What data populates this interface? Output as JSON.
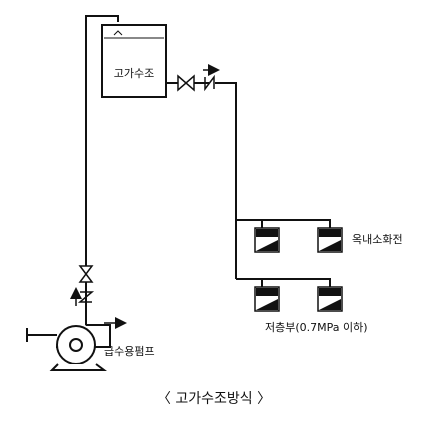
{
  "diagram": {
    "caption": "〈 고가수조방식 〉",
    "labels": {
      "tank": "고가수조",
      "fire_hydrant": "옥내소화전",
      "low_floor": "저층부(0.7MPa 이하)",
      "pump": "급수용펌프"
    }
  },
  "colors": {
    "line": "#111111",
    "background": "#ffffff",
    "box_fill": "#f2f2f2"
  }
}
